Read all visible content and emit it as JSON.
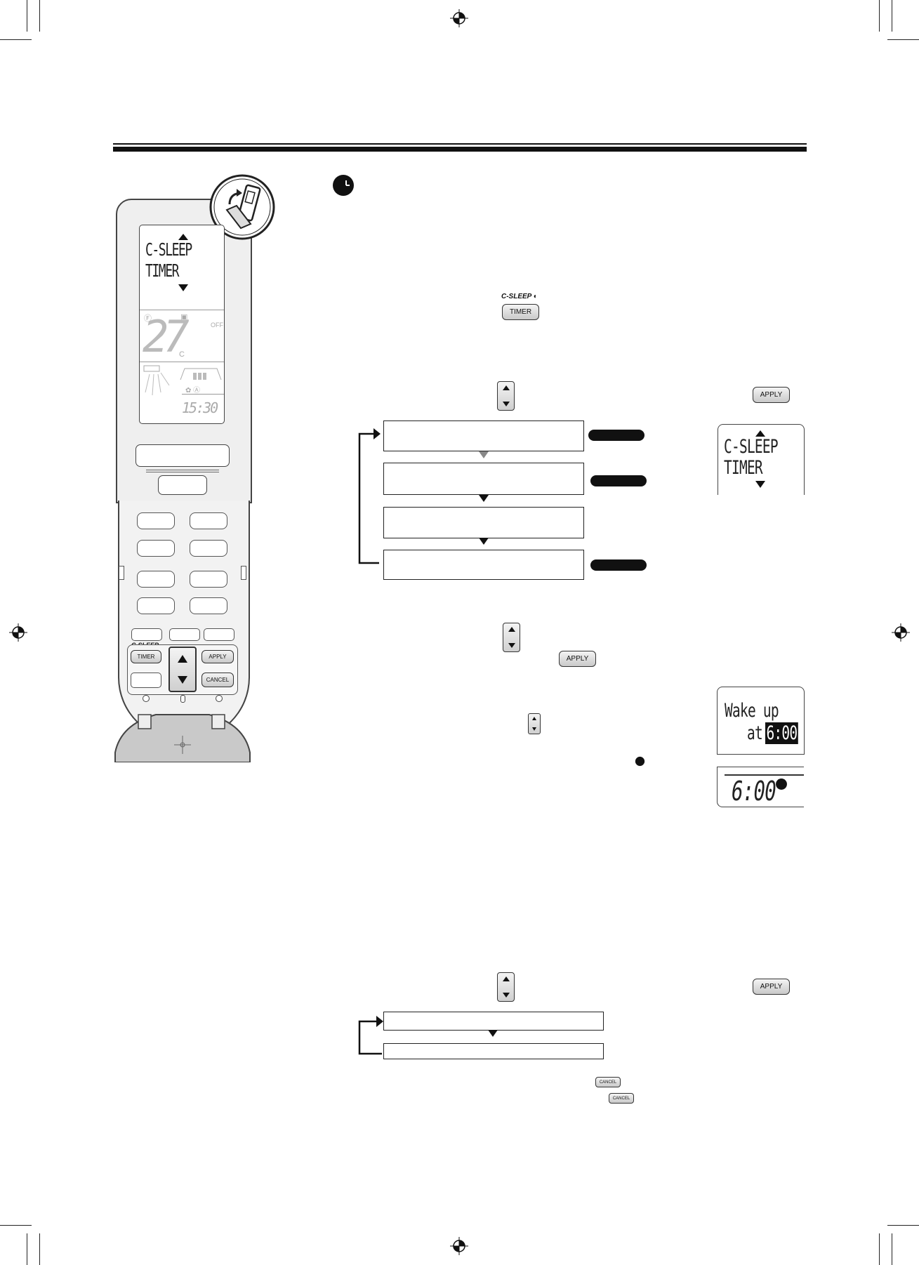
{
  "remote": {
    "lcd_line1": "C-SLEEP",
    "lcd_line2": "TIMER",
    "lcd_temp": "27",
    "lcd_temp_unit": "C",
    "lcd_off": "OFF",
    "lcd_time": "15:30",
    "csleep_label": "C-SLEEP",
    "timer_label": "TIMER",
    "apply_label": "APPLY",
    "cancel_label": "CANCEL"
  },
  "step1": {
    "csleep_label": "C-SLEEP",
    "timer_label": "TIMER"
  },
  "step2": {
    "apply_label": "APPLY",
    "display_line1": "C-SLEEP",
    "display_line2": "TIMER"
  },
  "step3": {
    "apply_label": "APPLY",
    "display_line1": "Wake up",
    "display_line2": "at",
    "display_time": "6:00",
    "display_bottom_time": "6:00"
  },
  "step4": {
    "apply_label": "APPLY",
    "cancel_label_1": "CANCEL",
    "cancel_label_2": "CANCEL"
  },
  "icons": {
    "sleep_icon": "moon-clock-icon",
    "fold_icon": "remote-open-icon",
    "registration_mark": "crosshair-icon"
  }
}
